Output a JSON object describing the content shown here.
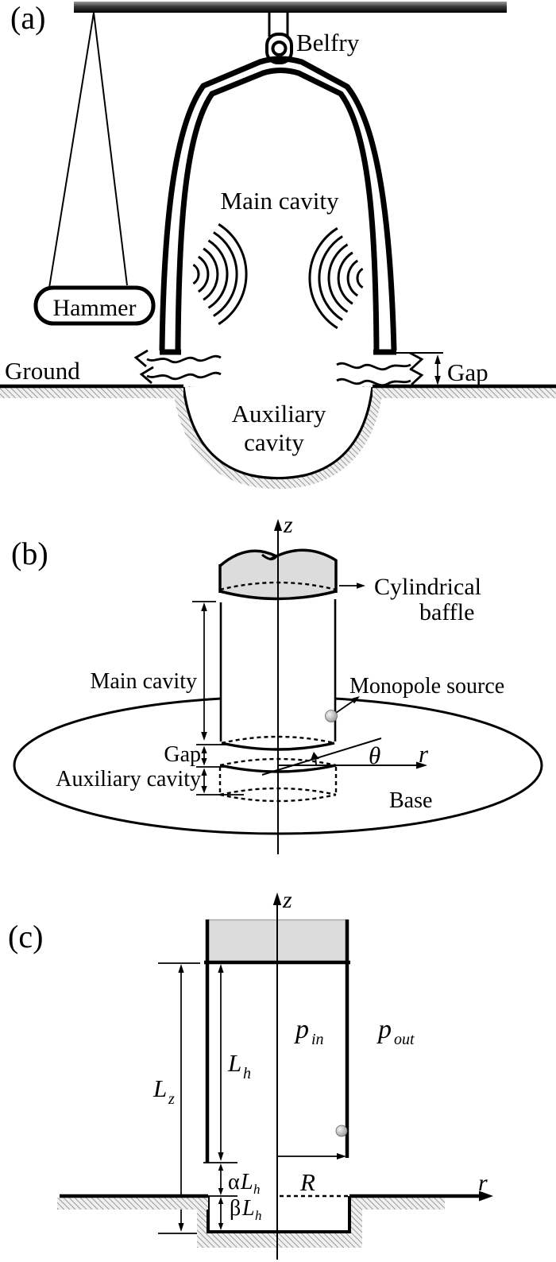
{
  "figure": {
    "description": "Three-panel schematic of a bell acoustic system",
    "panel_a": {
      "label": "(a)",
      "belfry": "Belfry",
      "main_cavity": "Main cavity",
      "hammer": "Hammer",
      "ground": "Ground",
      "gap": "Gap",
      "aux1": "Auxiliary",
      "aux2": "cavity"
    },
    "panel_b": {
      "label": "(b)",
      "z": "z",
      "r": "r",
      "theta": "θ",
      "baffle1": "Cylindrical",
      "baffle2": "baffle",
      "main_cavity": "Main cavity",
      "monopole": "Monopole source",
      "gap": "Gap",
      "aux": "Auxiliary cavity",
      "base": "Base"
    },
    "panel_c": {
      "label": "(c)",
      "z": "z",
      "r": "r",
      "p": "p",
      "in": "in",
      "out": "out",
      "L": "L",
      "sub_z": "z",
      "sub_h": "h",
      "alpha": "α",
      "beta": "β",
      "R": "R"
    },
    "colors": {
      "ink": "#000000",
      "gray_fill": "#dcdcdc",
      "hatch_line": "#8a8a8a",
      "bar_dark": "#111111",
      "bar_light": "#9a9a9a",
      "monopole_gray": "#8c8c8c"
    }
  }
}
